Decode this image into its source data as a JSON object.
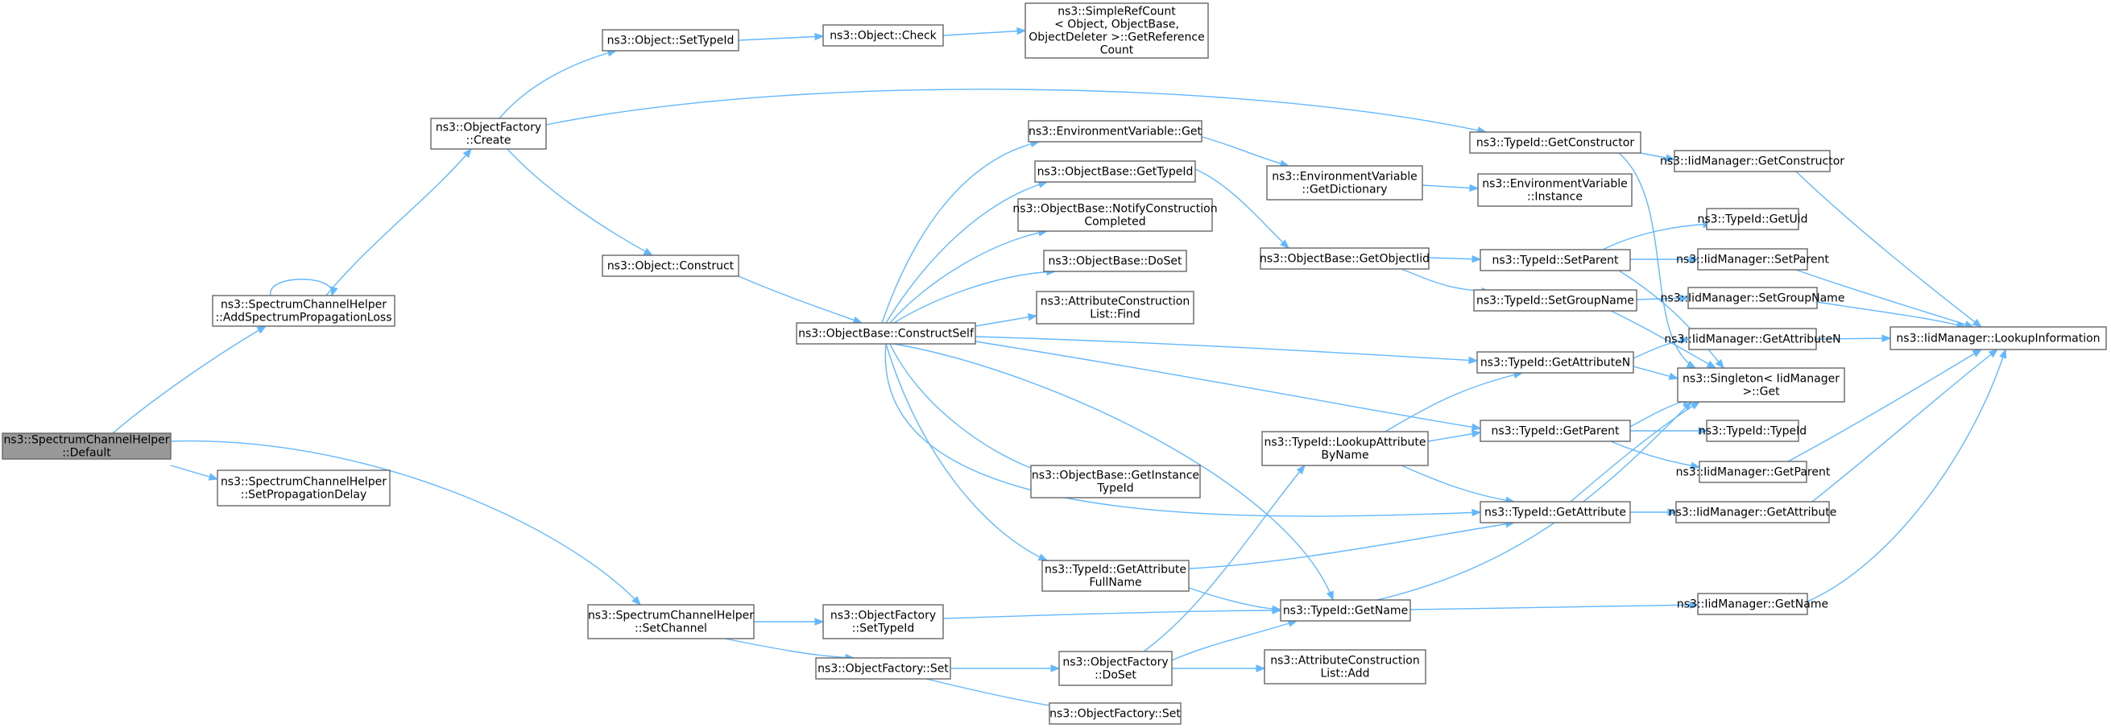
{
  "diagram": {
    "nodes": [
      {
        "id": "n0",
        "lines": [
          "ns3::SpectrumChannelHelper",
          "::Default"
        ],
        "root": true
      },
      {
        "id": "n1",
        "lines": [
          "ns3::SpectrumChannelHelper",
          "::AddSpectrumPropagationLoss"
        ]
      },
      {
        "id": "n2",
        "lines": [
          "ns3::SpectrumChannelHelper",
          "::SetPropagationDelay"
        ]
      },
      {
        "id": "n3",
        "lines": [
          "ns3::SpectrumChannelHelper",
          "::SetChannel"
        ]
      },
      {
        "id": "n4",
        "lines": [
          "ns3::ObjectFactory",
          "::Create"
        ]
      },
      {
        "id": "n5",
        "lines": [
          "ns3::Object::SetTypeId"
        ]
      },
      {
        "id": "n6",
        "lines": [
          "ns3::Object::Construct"
        ]
      },
      {
        "id": "n7",
        "lines": [
          "ns3::Object::Check"
        ]
      },
      {
        "id": "n8",
        "lines": [
          "ns3::SimpleRefCount",
          "< Object, ObjectBase,",
          "ObjectDeleter >::GetReference",
          "Count"
        ]
      },
      {
        "id": "n9",
        "lines": [
          "ns3::TypeId::GetConstructor"
        ]
      },
      {
        "id": "n10",
        "lines": [
          "ns3::ObjectBase::ConstructSelf"
        ]
      },
      {
        "id": "n11",
        "lines": [
          "ns3::EnvironmentVariable::Get"
        ]
      },
      {
        "id": "n12",
        "lines": [
          "ns3::ObjectBase::GetTypeId"
        ]
      },
      {
        "id": "n13",
        "lines": [
          "ns3::ObjectBase::NotifyConstruction",
          "Completed"
        ]
      },
      {
        "id": "n14",
        "lines": [
          "ns3::ObjectBase::DoSet"
        ]
      },
      {
        "id": "n15",
        "lines": [
          "ns3::AttributeConstruction",
          "List::Find"
        ]
      },
      {
        "id": "n16",
        "lines": [
          "ns3::ObjectBase::GetInstance",
          "TypeId"
        ]
      },
      {
        "id": "n17",
        "lines": [
          "ns3::TypeId::GetAttribute",
          "FullName"
        ]
      },
      {
        "id": "n18",
        "lines": [
          "ns3::TypeId::GetName"
        ]
      },
      {
        "id": "n19",
        "lines": [
          "ns3::ObjectFactory",
          "::SetTypeId"
        ]
      },
      {
        "id": "n20",
        "lines": [
          "ns3::ObjectFactory::Set"
        ]
      },
      {
        "id": "n21",
        "lines": [
          "ns3::ObjectFactory",
          "::DoSet"
        ]
      },
      {
        "id": "n22",
        "lines": [
          "ns3::ObjectFactory::Set"
        ]
      },
      {
        "id": "n23",
        "lines": [
          "ns3::AttributeConstruction",
          "List::Add"
        ]
      },
      {
        "id": "n24",
        "lines": [
          "ns3::EnvironmentVariable",
          "::GetDictionary"
        ]
      },
      {
        "id": "n25",
        "lines": [
          "ns3::EnvironmentVariable",
          "::Instance"
        ]
      },
      {
        "id": "n26",
        "lines": [
          "ns3::ObjectBase::GetObjectIid"
        ]
      },
      {
        "id": "n27",
        "lines": [
          "ns3::TypeId::SetParent"
        ]
      },
      {
        "id": "n28",
        "lines": [
          "ns3::TypeId::SetGroupName"
        ]
      },
      {
        "id": "n29",
        "lines": [
          "ns3::TypeId::GetAttributeN"
        ]
      },
      {
        "id": "n30",
        "lines": [
          "ns3::TypeId::LookupAttribute",
          "ByName"
        ]
      },
      {
        "id": "n31",
        "lines": [
          "ns3::TypeId::GetParent"
        ]
      },
      {
        "id": "n32",
        "lines": [
          "ns3::TypeId::GetAttribute"
        ]
      },
      {
        "id": "n33",
        "lines": [
          "ns3::IidManager::GetConstructor"
        ]
      },
      {
        "id": "n34",
        "lines": [
          "ns3::TypeId::GetUid"
        ]
      },
      {
        "id": "n35",
        "lines": [
          "ns3::IidManager::SetParent"
        ]
      },
      {
        "id": "n36",
        "lines": [
          "ns3::IidManager::SetGroupName"
        ]
      },
      {
        "id": "n37",
        "lines": [
          "ns3::IidManager::GetAttributeN"
        ]
      },
      {
        "id": "n38",
        "lines": [
          "ns3::Singleton< IidManager",
          ">::Get"
        ]
      },
      {
        "id": "n39",
        "lines": [
          "ns3::TypeId::TypeId"
        ]
      },
      {
        "id": "n40",
        "lines": [
          "ns3::IidManager::GetParent"
        ]
      },
      {
        "id": "n41",
        "lines": [
          "ns3::IidManager::GetAttribute"
        ]
      },
      {
        "id": "n42",
        "lines": [
          "ns3::IidManager::GetName"
        ]
      },
      {
        "id": "n43",
        "lines": [
          "ns3::IidManager::LookupInformation"
        ]
      }
    ],
    "edges": [
      [
        "n0",
        "n1"
      ],
      [
        "n0",
        "n2"
      ],
      [
        "n0",
        "n3"
      ],
      [
        "n1",
        "n1"
      ],
      [
        "n1",
        "n4"
      ],
      [
        "n4",
        "n5"
      ],
      [
        "n4",
        "n6"
      ],
      [
        "n4",
        "n9"
      ],
      [
        "n5",
        "n7"
      ],
      [
        "n7",
        "n8"
      ],
      [
        "n6",
        "n10"
      ],
      [
        "n9",
        "n33"
      ],
      [
        "n9",
        "n38"
      ],
      [
        "n10",
        "n11"
      ],
      [
        "n10",
        "n12"
      ],
      [
        "n10",
        "n13"
      ],
      [
        "n10",
        "n14"
      ],
      [
        "n10",
        "n15"
      ],
      [
        "n10",
        "n16"
      ],
      [
        "n10",
        "n17"
      ],
      [
        "n10",
        "n18"
      ],
      [
        "n10",
        "n29"
      ],
      [
        "n10",
        "n31"
      ],
      [
        "n10",
        "n32"
      ],
      [
        "n11",
        "n24"
      ],
      [
        "n24",
        "n25"
      ],
      [
        "n12",
        "n26"
      ],
      [
        "n26",
        "n27"
      ],
      [
        "n26",
        "n28"
      ],
      [
        "n27",
        "n34"
      ],
      [
        "n27",
        "n35"
      ],
      [
        "n27",
        "n38"
      ],
      [
        "n28",
        "n36"
      ],
      [
        "n28",
        "n38"
      ],
      [
        "n29",
        "n37"
      ],
      [
        "n29",
        "n38"
      ],
      [
        "n30",
        "n29"
      ],
      [
        "n30",
        "n31"
      ],
      [
        "n30",
        "n32"
      ],
      [
        "n31",
        "n38"
      ],
      [
        "n31",
        "n39"
      ],
      [
        "n31",
        "n40"
      ],
      [
        "n32",
        "n38"
      ],
      [
        "n32",
        "n41"
      ],
      [
        "n17",
        "n32"
      ],
      [
        "n17",
        "n18"
      ],
      [
        "n18",
        "n38"
      ],
      [
        "n18",
        "n42"
      ],
      [
        "n3",
        "n19"
      ],
      [
        "n3",
        "n20"
      ],
      [
        "n19",
        "n18"
      ],
      [
        "n20",
        "n21"
      ],
      [
        "n20",
        "n22"
      ],
      [
        "n21",
        "n30"
      ],
      [
        "n21",
        "n18"
      ],
      [
        "n21",
        "n23"
      ],
      [
        "n33",
        "n43"
      ],
      [
        "n35",
        "n43"
      ],
      [
        "n36",
        "n43"
      ],
      [
        "n37",
        "n43"
      ],
      [
        "n40",
        "n43"
      ],
      [
        "n41",
        "n43"
      ],
      [
        "n42",
        "n43"
      ]
    ]
  }
}
